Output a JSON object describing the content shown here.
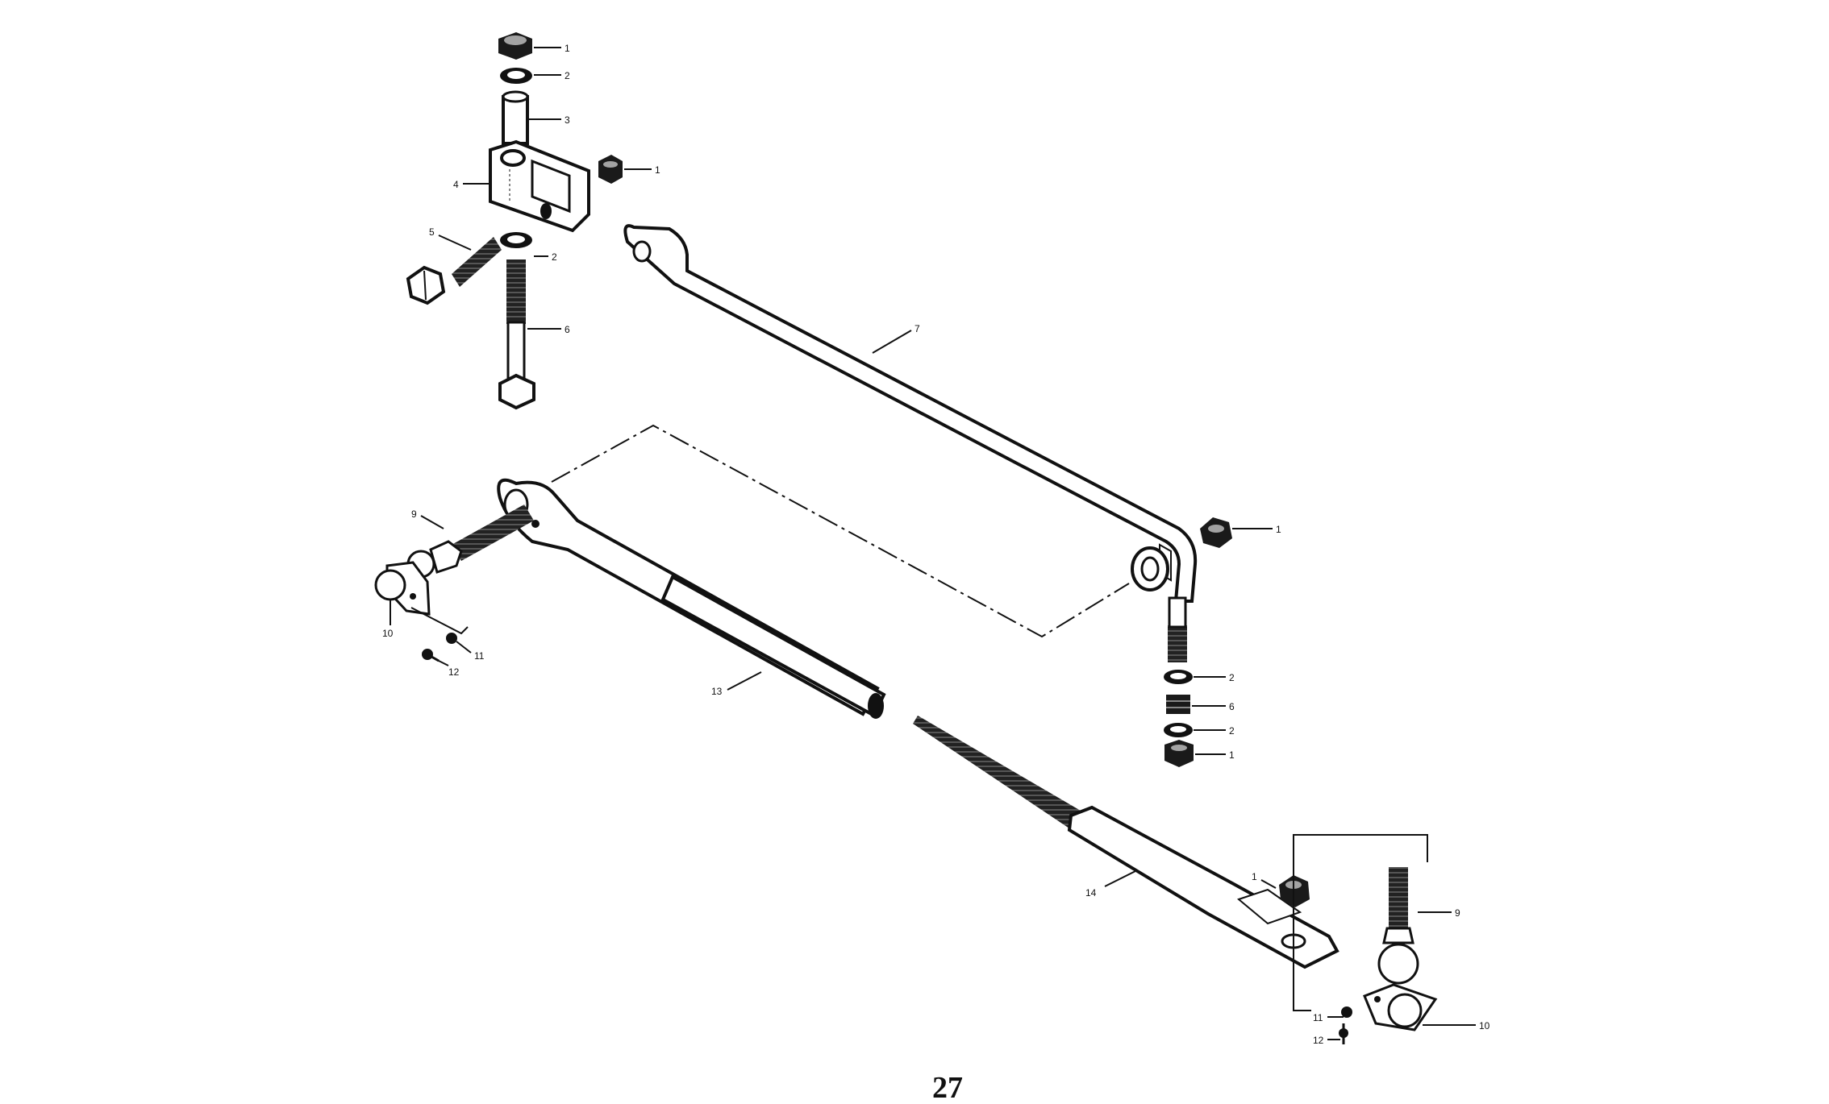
{
  "diagram": {
    "page_number": "27",
    "callouts": [
      {
        "id": "c1a",
        "label": "1"
      },
      {
        "id": "c2a",
        "label": "2"
      },
      {
        "id": "c3",
        "label": "3"
      },
      {
        "id": "c4",
        "label": "4"
      },
      {
        "id": "c1b",
        "label": "1"
      },
      {
        "id": "c5",
        "label": "5"
      },
      {
        "id": "c2b",
        "label": "2"
      },
      {
        "id": "c6a",
        "label": "6"
      },
      {
        "id": "c7",
        "label": "7"
      },
      {
        "id": "c1c",
        "label": "1"
      },
      {
        "id": "c2c",
        "label": "2"
      },
      {
        "id": "c6b",
        "label": "6"
      },
      {
        "id": "c2d",
        "label": "2"
      },
      {
        "id": "c1d",
        "label": "1"
      },
      {
        "id": "c9a",
        "label": "9"
      },
      {
        "id": "c10a",
        "label": "10"
      },
      {
        "id": "c11a",
        "label": "11"
      },
      {
        "id": "c12a",
        "label": "12"
      },
      {
        "id": "c13",
        "label": "13"
      },
      {
        "id": "c14",
        "label": "14"
      },
      {
        "id": "c1e",
        "label": "1"
      },
      {
        "id": "c9b",
        "label": "9"
      },
      {
        "id": "c10b",
        "label": "10"
      },
      {
        "id": "c11b",
        "label": "11"
      },
      {
        "id": "c12b",
        "label": "12"
      }
    ]
  }
}
